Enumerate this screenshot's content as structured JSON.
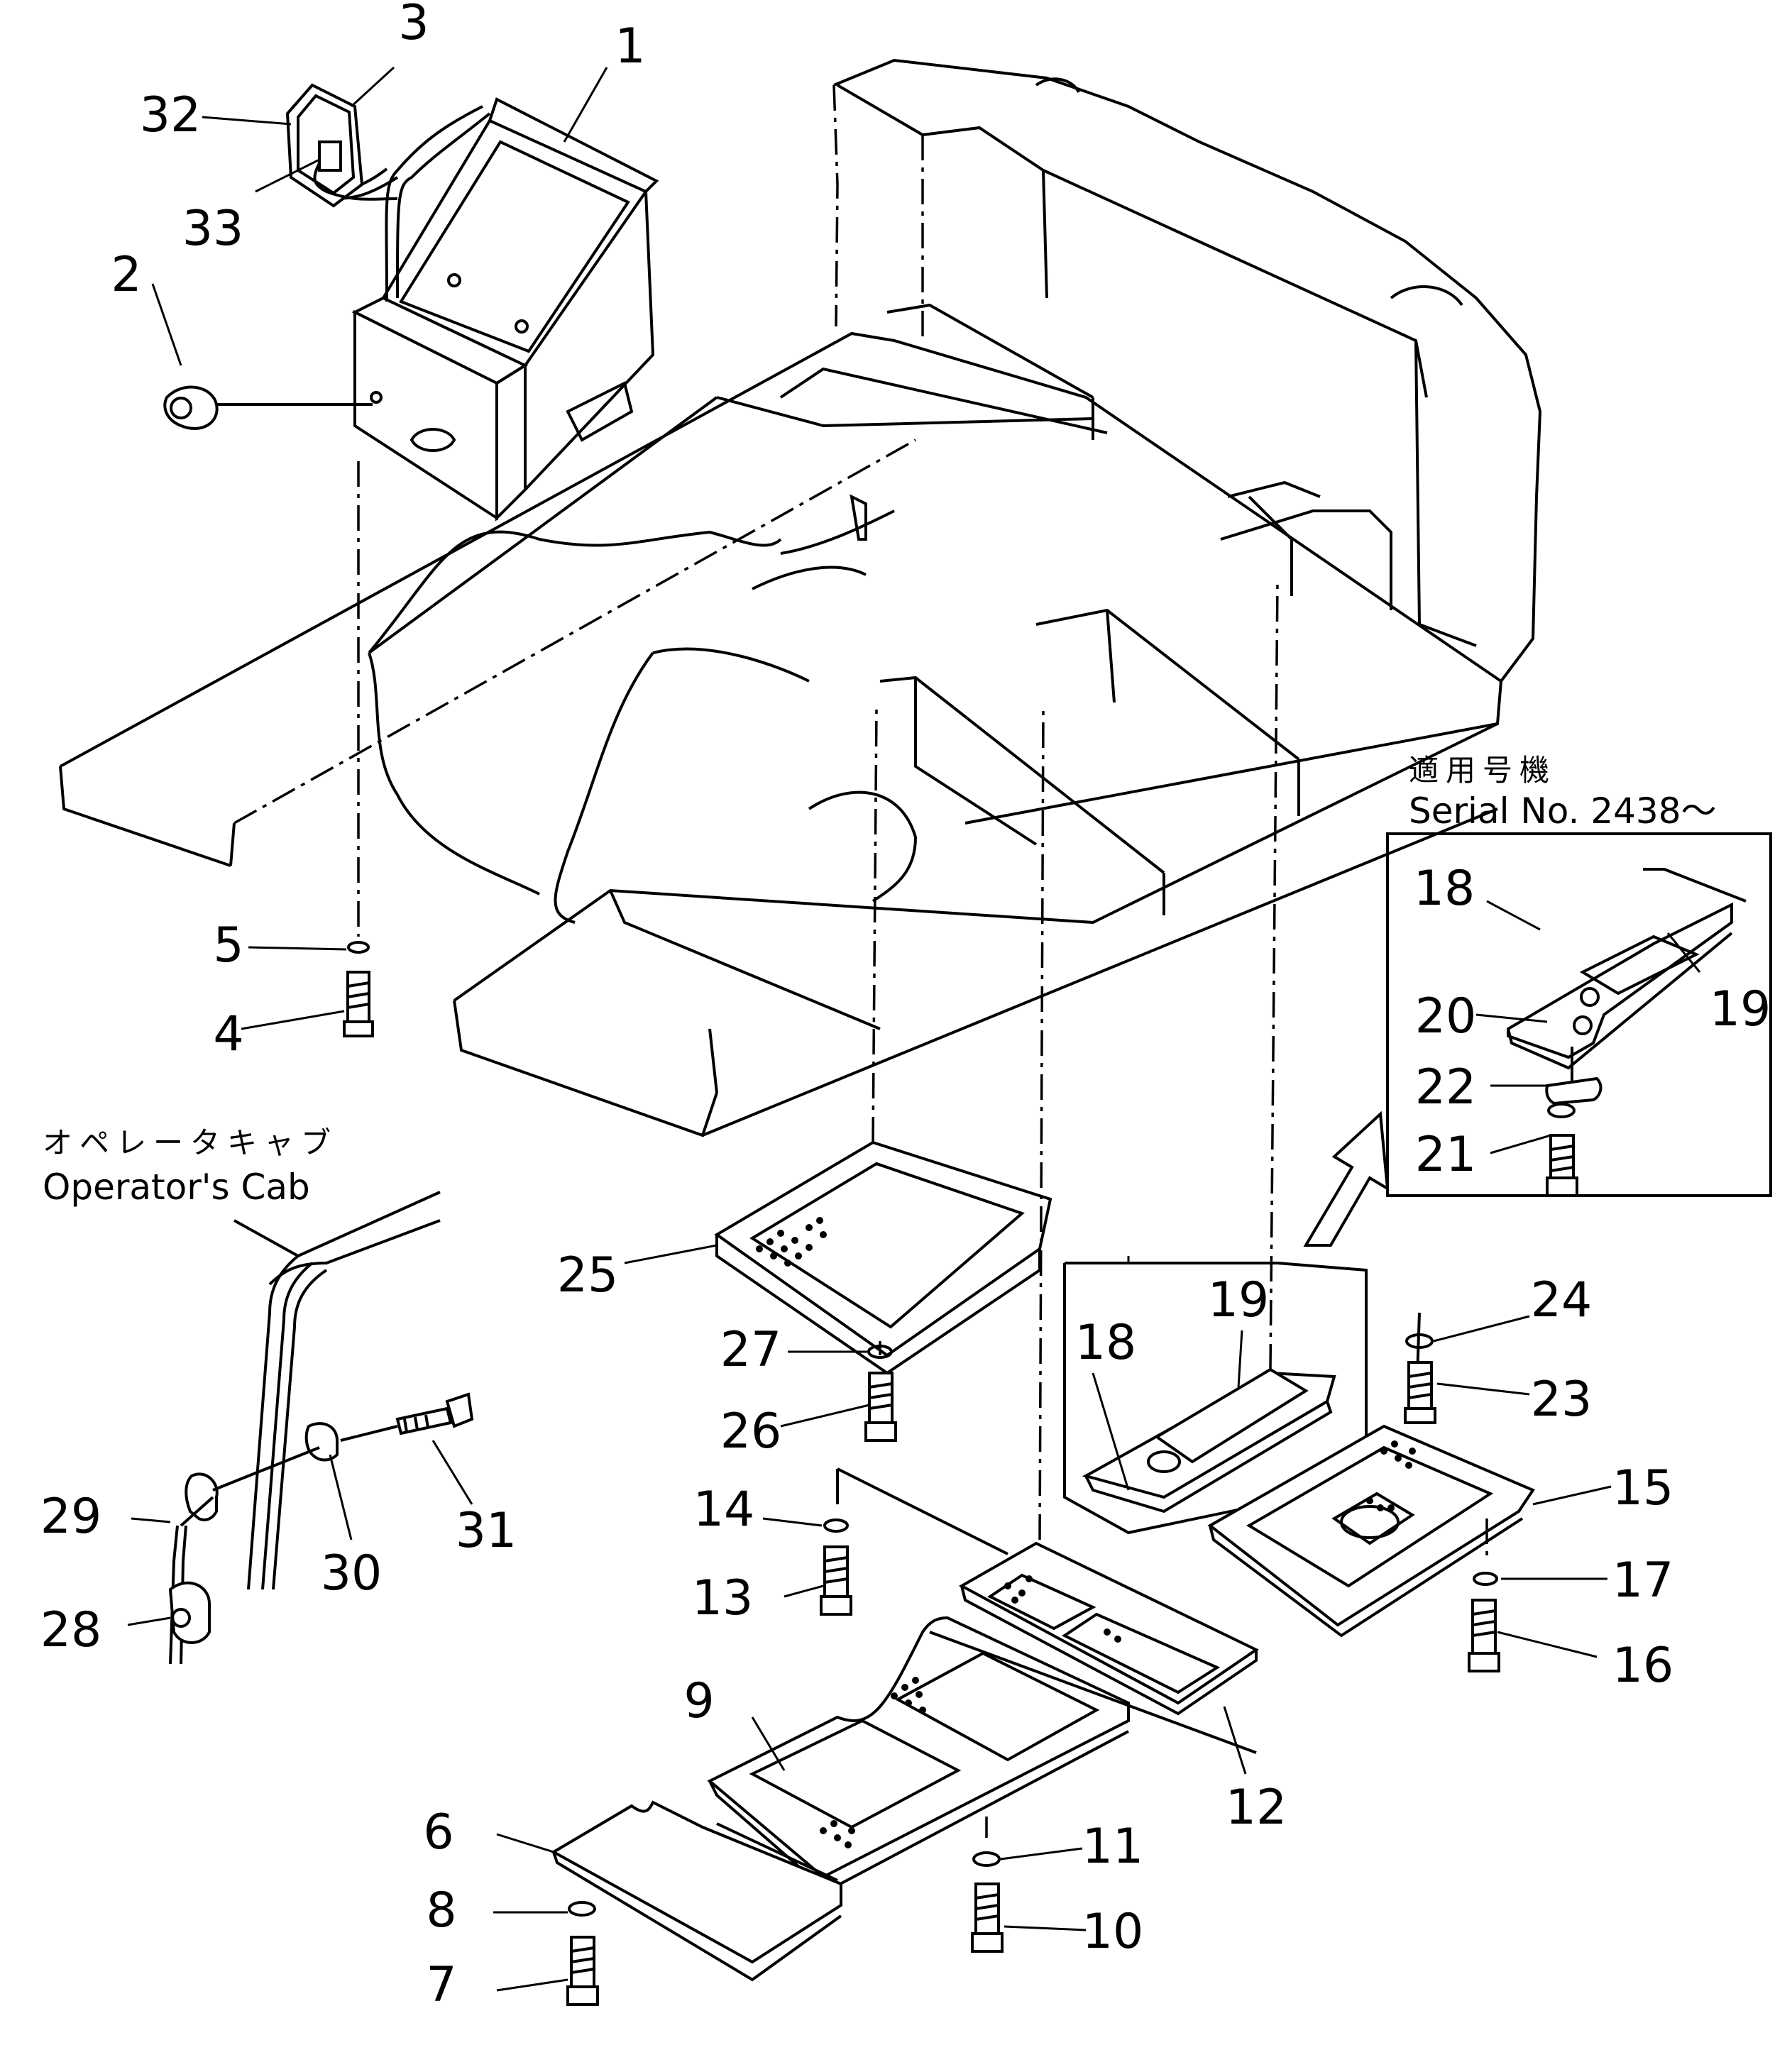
{
  "diagram": {
    "part_numbers": [
      "1",
      "2",
      "3",
      "4",
      "5",
      "6",
      "7",
      "8",
      "9",
      "10",
      "11",
      "12",
      "13",
      "14",
      "15",
      "16",
      "17",
      "18",
      "19",
      "20",
      "21",
      "22",
      "23",
      "24",
      "25",
      "26",
      "27",
      "28",
      "29",
      "30",
      "31",
      "32",
      "33"
    ],
    "inset_part_numbers": [
      "18",
      "19",
      "20",
      "21",
      "22"
    ],
    "inset_note": {
      "jp": "適用号機",
      "en": "Serial No. 2438～"
    },
    "cab_note": {
      "jp": "オペレータキャブ",
      "en": "Operator's Cab"
    }
  }
}
